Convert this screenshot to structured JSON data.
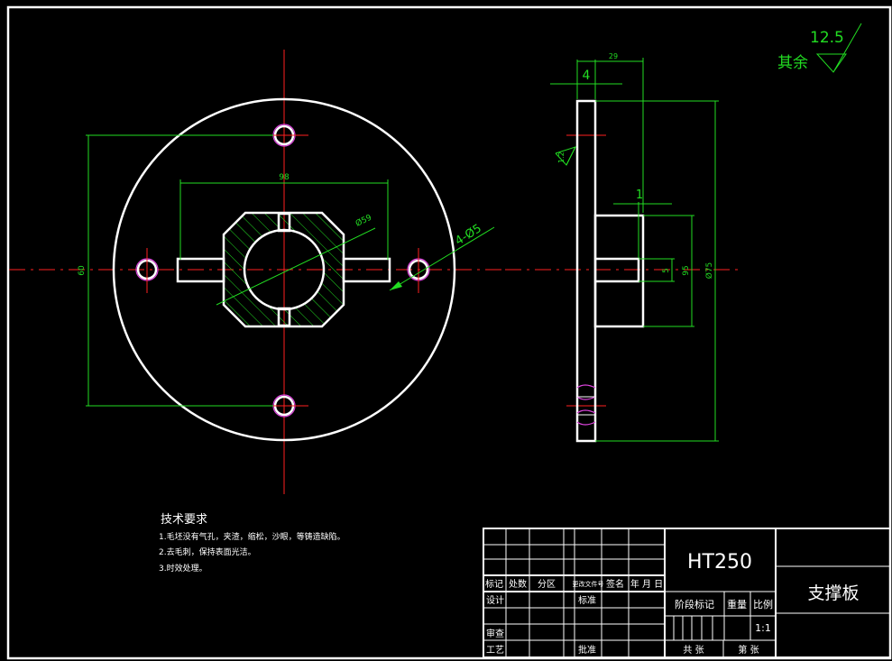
{
  "dimensions": {
    "front_width": "98",
    "front_height": "60",
    "bore_dia": "Ø59",
    "holes": "4-Ø5",
    "side_flange": "4",
    "side_total": "29",
    "side_step": "1",
    "side_slot": "5",
    "side_hub": "95",
    "side_dia": "Ø75",
    "side_roughness": "1.2"
  },
  "roughness": {
    "value": "12.5",
    "label": "其余"
  },
  "tech_requirements": {
    "title": "技术要求",
    "items": [
      "1.毛坯没有气孔，夹渣，缩松，沙眼，等铸造缺陷。",
      "2.去毛刺，保持表面光洁。",
      "3.时效处理。"
    ]
  },
  "title_block": {
    "material": "HT250",
    "part_name": "支撑板",
    "headers": [
      "标记",
      "处数",
      "分区",
      "更改文件号",
      "签名",
      "年 月 日"
    ],
    "row_design": "设计",
    "row_standard": "标准",
    "row_review": "审查",
    "row_process": "工艺",
    "row_approve": "批准",
    "stage_mark": "阶段标记",
    "weight": "重量",
    "scale_label": "比例",
    "scale_value": "1:1",
    "total_sheets": "共 张",
    "sheet_no": "第 张"
  }
}
